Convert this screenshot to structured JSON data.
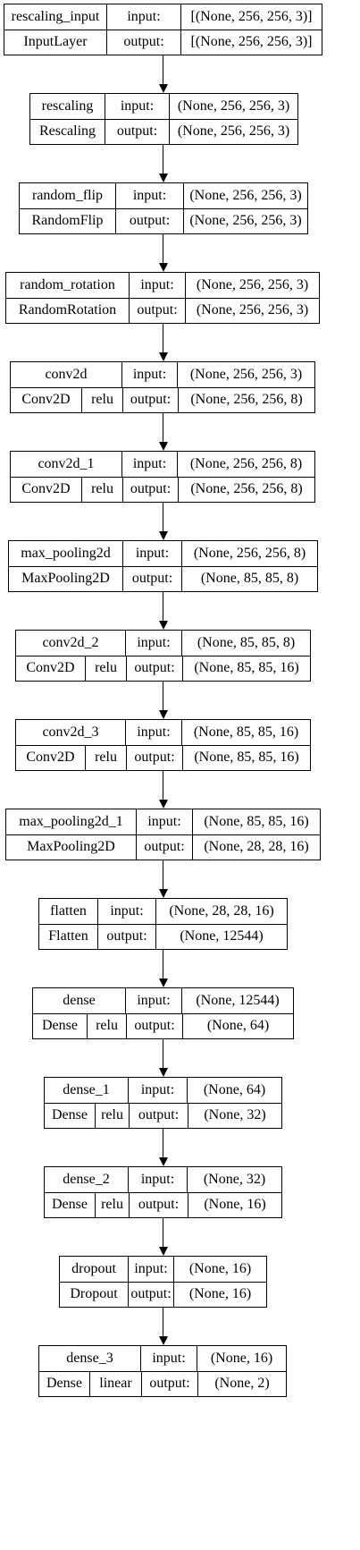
{
  "layers": [
    {
      "name": "rescaling_input",
      "class": "InputLayer",
      "input_label": "input:",
      "output_label": "output:",
      "input": "[(None, 256, 256, 3)]",
      "output": "[(None, 256, 256, 3)]"
    },
    {
      "name": "rescaling",
      "class": "Rescaling",
      "input_label": "input:",
      "output_label": "output:",
      "input": "(None, 256, 256, 3)",
      "output": "(None, 256, 256, 3)"
    },
    {
      "name": "random_flip",
      "class": "RandomFlip",
      "input_label": "input:",
      "output_label": "output:",
      "input": "(None, 256, 256, 3)",
      "output": "(None, 256, 256, 3)"
    },
    {
      "name": "random_rotation",
      "class": "RandomRotation",
      "input_label": "input:",
      "output_label": "output:",
      "input": "(None, 256, 256, 3)",
      "output": "(None, 256, 256, 3)"
    },
    {
      "name": "conv2d",
      "class": "Conv2D",
      "activation": "relu",
      "input_label": "input:",
      "output_label": "output:",
      "input": "(None, 256, 256, 3)",
      "output": "(None, 256, 256, 8)"
    },
    {
      "name": "conv2d_1",
      "class": "Conv2D",
      "activation": "relu",
      "input_label": "input:",
      "output_label": "output:",
      "input": "(None, 256, 256, 8)",
      "output": "(None, 256, 256, 8)"
    },
    {
      "name": "max_pooling2d",
      "class": "MaxPooling2D",
      "input_label": "input:",
      "output_label": "output:",
      "input": "(None, 256, 256, 8)",
      "output": "(None, 85, 85, 8)"
    },
    {
      "name": "conv2d_2",
      "class": "Conv2D",
      "activation": "relu",
      "input_label": "input:",
      "output_label": "output:",
      "input": "(None, 85, 85, 8)",
      "output": "(None, 85, 85, 16)"
    },
    {
      "name": "conv2d_3",
      "class": "Conv2D",
      "activation": "relu",
      "input_label": "input:",
      "output_label": "output:",
      "input": "(None, 85, 85, 16)",
      "output": "(None, 85, 85, 16)"
    },
    {
      "name": "max_pooling2d_1",
      "class": "MaxPooling2D",
      "input_label": "input:",
      "output_label": "output:",
      "input": "(None, 85, 85, 16)",
      "output": "(None, 28, 28, 16)"
    },
    {
      "name": "flatten",
      "class": "Flatten",
      "input_label": "input:",
      "output_label": "output:",
      "input": "(None, 28, 28, 16)",
      "output": "(None, 12544)"
    },
    {
      "name": "dense",
      "class": "Dense",
      "activation": "relu",
      "input_label": "input:",
      "output_label": "output:",
      "input": "(None, 12544)",
      "output": "(None, 64)"
    },
    {
      "name": "dense_1",
      "class": "Dense",
      "activation": "relu",
      "input_label": "input:",
      "output_label": "output:",
      "input": "(None, 64)",
      "output": "(None, 32)"
    },
    {
      "name": "dense_2",
      "class": "Dense",
      "activation": "relu",
      "input_label": "input:",
      "output_label": "output:",
      "input": "(None, 32)",
      "output": "(None, 16)"
    },
    {
      "name": "dropout",
      "class": "Dropout",
      "input_label": "input:",
      "output_label": "output:",
      "input": "(None, 16)",
      "output": "(None, 16)"
    },
    {
      "name": "dense_3",
      "class": "Dense",
      "activation": "linear",
      "input_label": "input:",
      "output_label": "output:",
      "input": "(None, 16)",
      "output": "(None, 2)"
    }
  ]
}
